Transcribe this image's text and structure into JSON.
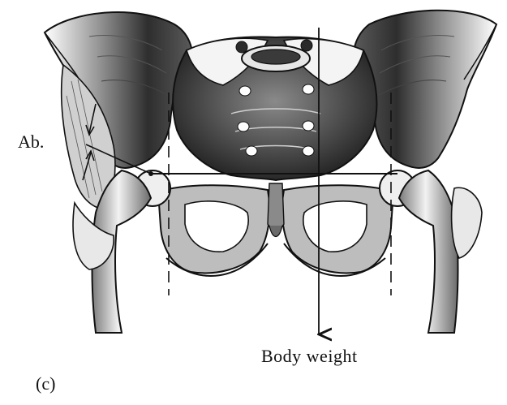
{
  "labels": {
    "abductor": "Ab.",
    "body_weight": "Body  weight",
    "panel": "(c)"
  },
  "colors": {
    "ink": "#111111",
    "shade_dark": "#2a2a2a",
    "shade_mid": "#6b6b6b",
    "shade_light": "#c8c8c8",
    "paper": "#ffffff"
  }
}
